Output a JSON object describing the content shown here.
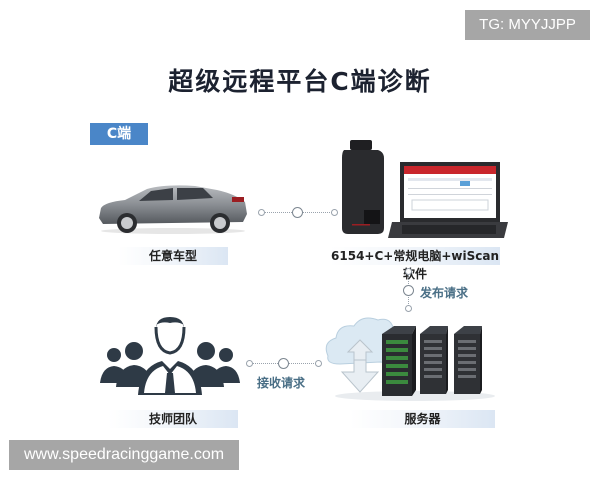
{
  "watermarks": {
    "top_right": "TG: MYYJJPP",
    "bottom_left": "www.speedracinggame.com"
  },
  "title": "超级远程平台C端诊断",
  "section_tag": "C端",
  "nodes": {
    "vehicle": {
      "caption": "任意车型",
      "icon": "car-icon"
    },
    "device": {
      "caption": "6154+C+常规电脑+wiScan软件",
      "icon": "obd-laptop-icon"
    },
    "technicians": {
      "caption": "技师团队",
      "icon": "team-icon"
    },
    "server": {
      "caption": "服务器",
      "icon": "server-cloud-icon"
    }
  },
  "links": {
    "publish_request": "发布请求",
    "receive_request": "接收请求"
  },
  "colors": {
    "tag_bg": "#4a86c8",
    "title": "#1c2230",
    "link_label": "#4a6f86",
    "icon_dark": "#2e3a46",
    "watermark_bg": "#a6a6a6"
  }
}
